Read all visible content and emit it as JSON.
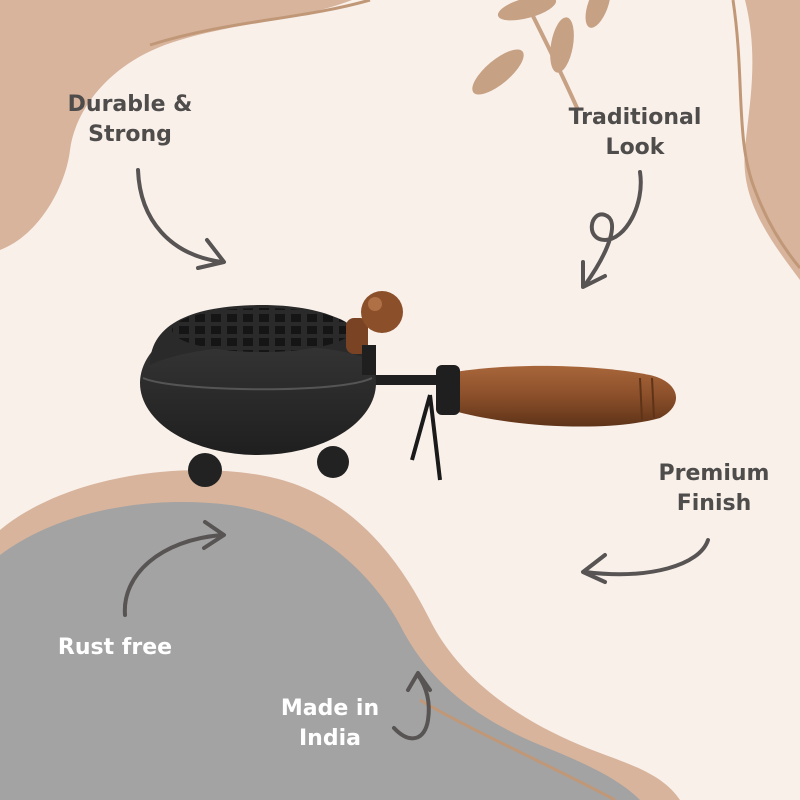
{
  "features": {
    "durable": "Durable &\nStrong",
    "traditional": "Traditional\nLook",
    "premium": "Premium\nFinish",
    "rust": "Rust free",
    "india": "Made in\nIndia"
  },
  "colors": {
    "background": "#f9f0ea",
    "tan": "#d8b49c",
    "tan_dark": "#c09878",
    "grey": "#a3a3a3",
    "leaf": "#c7a184",
    "text": "#4f4c4c",
    "arrow": "#575453",
    "product_body": "#2d2d2d",
    "handle_wood": "#8b4f2a"
  }
}
